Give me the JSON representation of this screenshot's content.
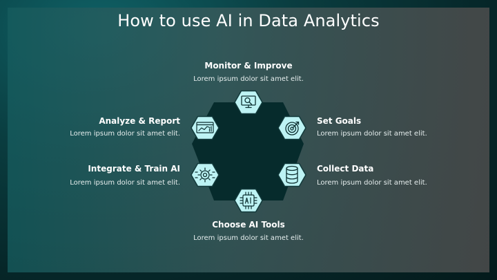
{
  "title": "How to use AI in Data Analytics",
  "colors": {
    "hub": "#062b2c",
    "badge_fill": "#bdf3f4",
    "badge_stroke": "#123a3b",
    "icon_stroke": "#0d2f30"
  },
  "steps": [
    {
      "id": "monitor",
      "title": "Monitor & Improve",
      "desc": "Lorem ipsum dolor sit amet elit.",
      "icon": "monitor-search-icon"
    },
    {
      "id": "set-goals",
      "title": "Set Goals",
      "desc": "Lorem ipsum dolor sit amet elit.",
      "icon": "target-icon"
    },
    {
      "id": "collect-data",
      "title": "Collect Data",
      "desc": "Lorem ipsum dolor sit amet elit.",
      "icon": "database-icon"
    },
    {
      "id": "choose-ai",
      "title": "Choose AI Tools",
      "desc": "Lorem ipsum dolor sit amet elit.",
      "icon": "ai-chip-icon"
    },
    {
      "id": "integrate",
      "title": "Integrate & Train AI",
      "desc": "Lorem ipsum dolor sit amet elit.",
      "icon": "gear-icon"
    },
    {
      "id": "analyze",
      "title": "Analyze & Report",
      "desc": "Lorem ipsum dolor sit amet elit.",
      "icon": "chart-report-icon"
    }
  ]
}
